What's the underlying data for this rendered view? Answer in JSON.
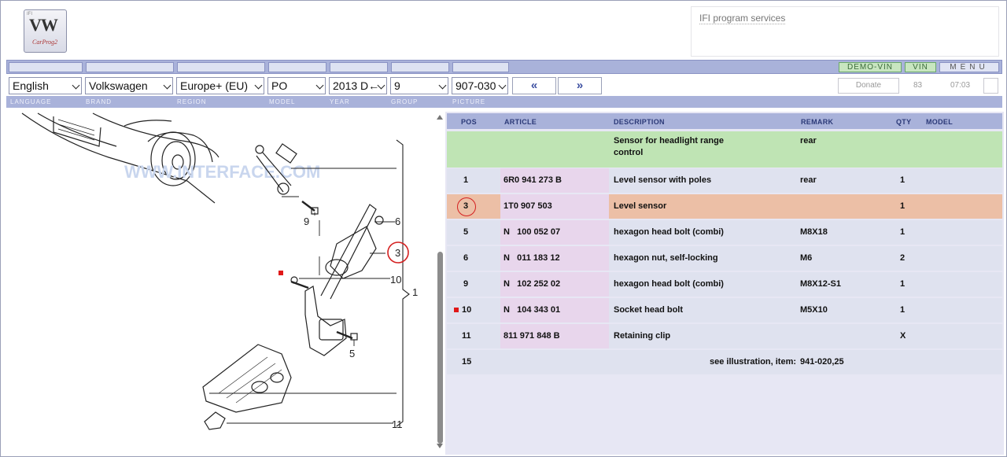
{
  "logo": {
    "mark": "VW",
    "sub": "CarProg2",
    "tiny": "IFI"
  },
  "services": {
    "title": "IFI program services"
  },
  "topbar": {
    "demo_vin": "DEMO-VIN",
    "vin": "VIN",
    "menu": "MENU"
  },
  "selectors": {
    "language": "English",
    "brand": "Volkswagen",
    "region": "Europe+ (EU)",
    "model": "PO",
    "year": "2013  D←",
    "group": "9",
    "picture": "907-030"
  },
  "nav": {
    "prev": "«",
    "next": "»"
  },
  "status": {
    "donate": "Donate",
    "count": "83",
    "time": "07:03"
  },
  "labels": {
    "language": "LANGUAGE",
    "brand": "BRAND",
    "region": "REGION",
    "model": "MODEL",
    "year": "YEAR",
    "group": "GROUP",
    "picture": "PICTURE"
  },
  "table": {
    "headers": {
      "pos": "POS",
      "article": "ARTICLE",
      "description": "DESCRIPTION",
      "remark": "REMARK",
      "qty": "QTY",
      "model": "MODEL"
    },
    "section": {
      "description_line1": "Sensor for headlight range",
      "description_line2": "control",
      "remark": "rear"
    },
    "rows": [
      {
        "pos": "1",
        "article": "6R0 941 273 B",
        "description": "Level sensor with poles",
        "remark": "rear",
        "qty": "1"
      },
      {
        "pos": "3",
        "article": "1T0 907 503",
        "description": "Level sensor",
        "remark": "",
        "qty": "1"
      },
      {
        "pos": "5",
        "article": "N   100 052 07",
        "description": "hexagon head bolt (combi)",
        "remark": "M8X18",
        "qty": "1"
      },
      {
        "pos": "6",
        "article": "N   011 183 12",
        "description": "hexagon nut, self-locking",
        "remark": "M6",
        "qty": "2"
      },
      {
        "pos": "9",
        "article": "N   102 252 02",
        "description": "hexagon head bolt (combi)",
        "remark": "M8X12-S1",
        "qty": "1"
      },
      {
        "pos": "10",
        "article": "N   104 343 01",
        "description": "Socket head bolt",
        "remark": "M5X10",
        "qty": "1"
      },
      {
        "pos": "11",
        "article": "811 971 848 B",
        "description": "Retaining clip",
        "remark": "",
        "qty": "X"
      }
    ],
    "footer": {
      "pos": "15",
      "text": "see illustration, item:",
      "ref": "941-020,25"
    }
  },
  "drawing": {
    "callouts": [
      "6",
      "3",
      "10",
      "9",
      "5",
      "1",
      "11"
    ],
    "watermark": "WWW.INTERFACE.COM"
  },
  "colors": {
    "header_blue": "#a9b2da",
    "green_row": "#bfe4b4",
    "highlight_row": "#ecbfa6",
    "article_bg": "#e8d6ec",
    "circle_red": "#d42020"
  }
}
